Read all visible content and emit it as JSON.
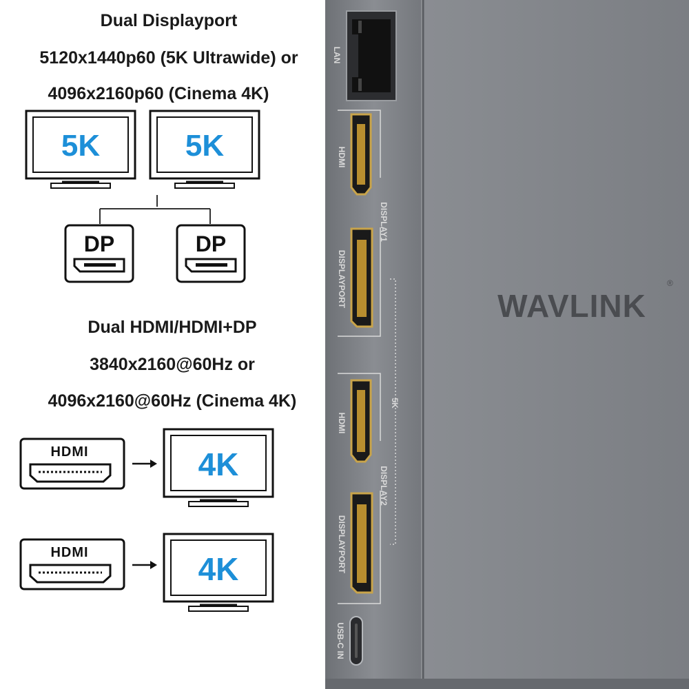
{
  "section1": {
    "title": "Dual Displayport",
    "line1": "5120x1440p60 (5K Ultrawide) or",
    "line2": "4096x2160p60 (Cinema 4K)"
  },
  "section1_monitors": [
    "5K",
    "5K"
  ],
  "section1_connectors": [
    "DP",
    "DP"
  ],
  "section2": {
    "title": "Dual HDMI/HDMI+DP",
    "line1": "3840x2160@60Hz or",
    "line2": "4096x2160@60Hz (Cinema 4K)"
  },
  "section2_connectors": [
    "HDMI",
    "HDMI"
  ],
  "section2_monitors": [
    "4K",
    "4K"
  ],
  "device": {
    "brand": "WAVLINK",
    "port_labels": {
      "lan": "LAN",
      "hdmi1": "HDMI",
      "display1": "DISPLAY1",
      "displayport1": "DISPLAYPORT",
      "fivek": "5K",
      "hdmi2": "HDMI",
      "display2": "DISPLAY2",
      "displayport2": "DISPLAYPORT",
      "usbc": "USB-C IN"
    }
  },
  "colors": {
    "accent_blue": "#1d8fd8",
    "device_gray": "#7a7d82",
    "device_dark": "#5e6166"
  }
}
